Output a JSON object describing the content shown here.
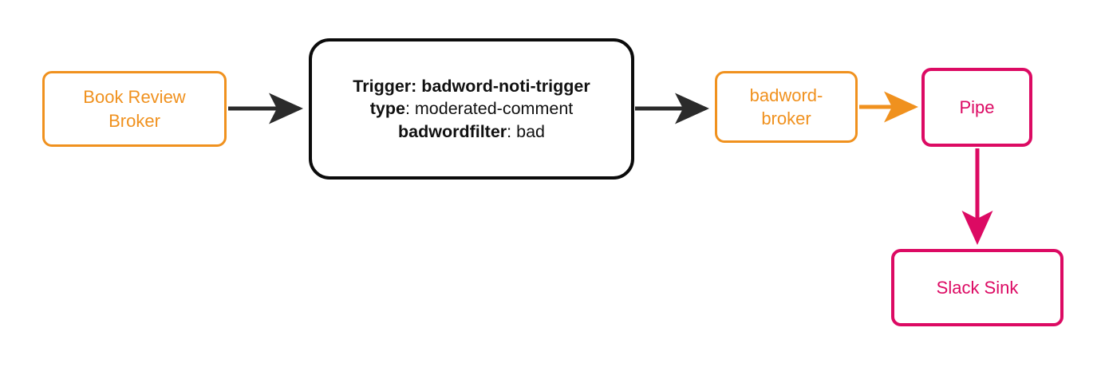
{
  "diagram": {
    "type": "flow-diagram",
    "background": "#ffffff",
    "colors": {
      "orange": "#F0911E",
      "black": "#0b0b0b",
      "pink": "#DC0A63",
      "arrow_dark": "#2b2b2b"
    },
    "nodes": [
      {
        "id": "book-review-broker",
        "label": "Book Review Broker",
        "lines": [
          "Book Review",
          "Broker"
        ],
        "style": "orange",
        "shape": "rounded-rect"
      },
      {
        "id": "badword-noti-trigger",
        "style": "black",
        "shape": "rounded-rect",
        "lines": [
          {
            "bold": "Trigger: badword-noti-trigger",
            "plain": ""
          },
          {
            "bold": "type",
            "plain": ": moderated-comment"
          },
          {
            "bold": "badwordfilter",
            "plain": ": bad"
          }
        ]
      },
      {
        "id": "badword-broker",
        "label": "badword-broker",
        "lines": [
          "badword-",
          "broker"
        ],
        "style": "orange",
        "shape": "rounded-rect"
      },
      {
        "id": "pipe",
        "label": "Pipe",
        "lines": [
          "Pipe"
        ],
        "style": "pink",
        "shape": "rounded-rect"
      },
      {
        "id": "slack-sink",
        "label": "Slack Sink",
        "lines": [
          "Slack Sink"
        ],
        "style": "pink",
        "shape": "rounded-rect"
      }
    ],
    "edges": [
      {
        "id": "edge-broker-to-trigger",
        "from": "book-review-broker",
        "to": "badword-noti-trigger",
        "color": "#2b2b2b",
        "direction": "right"
      },
      {
        "id": "edge-trigger-to-badword-broker",
        "from": "badword-noti-trigger",
        "to": "badword-broker",
        "color": "#2b2b2b",
        "direction": "right"
      },
      {
        "id": "edge-badword-broker-to-pipe",
        "from": "badword-broker",
        "to": "pipe",
        "color": "#F0911E",
        "direction": "right"
      },
      {
        "id": "edge-pipe-to-slack-sink",
        "from": "pipe",
        "to": "slack-sink",
        "color": "#DC0A63",
        "direction": "down"
      }
    ]
  }
}
